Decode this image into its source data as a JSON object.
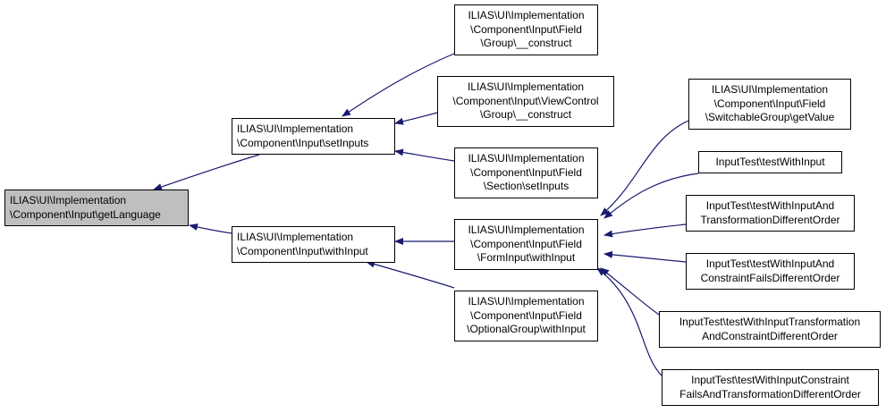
{
  "colors": {
    "edge": "#191970",
    "root_fill": "#bfbfbf",
    "node_fill": "#ffffff",
    "border": "#000000"
  },
  "nodes": {
    "root": "ILIAS\\UI\\Implementation\n\\Component\\Input\\getLanguage",
    "setInputs": "ILIAS\\UI\\Implementation\n\\Component\\Input\\setInputs",
    "withInput": "ILIAS\\UI\\Implementation\n\\Component\\Input\\withInput",
    "fieldGroupConstruct": "ILIAS\\UI\\Implementation\n\\Component\\Input\\Field\n\\Group\\__construct",
    "viewControlGroupConstruct": "ILIAS\\UI\\Implementation\n\\Component\\Input\\ViewControl\n\\Group\\__construct",
    "sectionSetInputs": "ILIAS\\UI\\Implementation\n\\Component\\Input\\Field\n\\Section\\setInputs",
    "formInputWithInput": "ILIAS\\UI\\Implementation\n\\Component\\Input\\Field\n\\FormInput\\withInput",
    "optionalGroupWithInput": "ILIAS\\UI\\Implementation\n\\Component\\Input\\Field\n\\OptionalGroup\\withInput",
    "switchableGroupGetValue": "ILIAS\\UI\\Implementation\n\\Component\\Input\\Field\n\\SwitchableGroup\\getValue",
    "testWithInput": "InputTest\\testWithInput",
    "testTransformationDifferentOrder": "InputTest\\testWithInputAnd\nTransformationDifferentOrder",
    "testConstraintFailsDifferentOrder": "InputTest\\testWithInputAnd\nConstraintFailsDifferentOrder",
    "testTransformationAndConstraint": "InputTest\\testWithInputTransformation\nAndConstraintDifferentOrder",
    "testConstraintFailsAndTransformation": "InputTest\\testWithInputConstraint\nFailsAndTransformationDifferentOrder"
  }
}
